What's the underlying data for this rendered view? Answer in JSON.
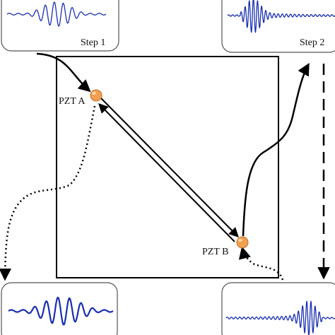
{
  "labels": {
    "step1": "Step 1",
    "step2": "Step 2",
    "pzt_a": "PZT A",
    "pzt_b": "PZT B"
  },
  "colors": {
    "signal": "#1a2fb0",
    "sensor": "#f0a050",
    "sensor_stroke": "#c07030",
    "frame": "#000000",
    "panel_border": "#555555"
  },
  "panels": [
    {
      "id": "top-left",
      "caption": "labels.step1",
      "signal": "tone-burst"
    },
    {
      "id": "top-right",
      "caption": "labels.step2",
      "signal": "response-decay"
    },
    {
      "id": "bottom-left",
      "signal": "tone-burst"
    },
    {
      "id": "bottom-right",
      "signal": "response-reverse"
    }
  ],
  "sensors": [
    {
      "name": "pzt-a",
      "label": "labels.pzt_a"
    },
    {
      "name": "pzt-b",
      "label": "labels.pzt_b"
    }
  ]
}
